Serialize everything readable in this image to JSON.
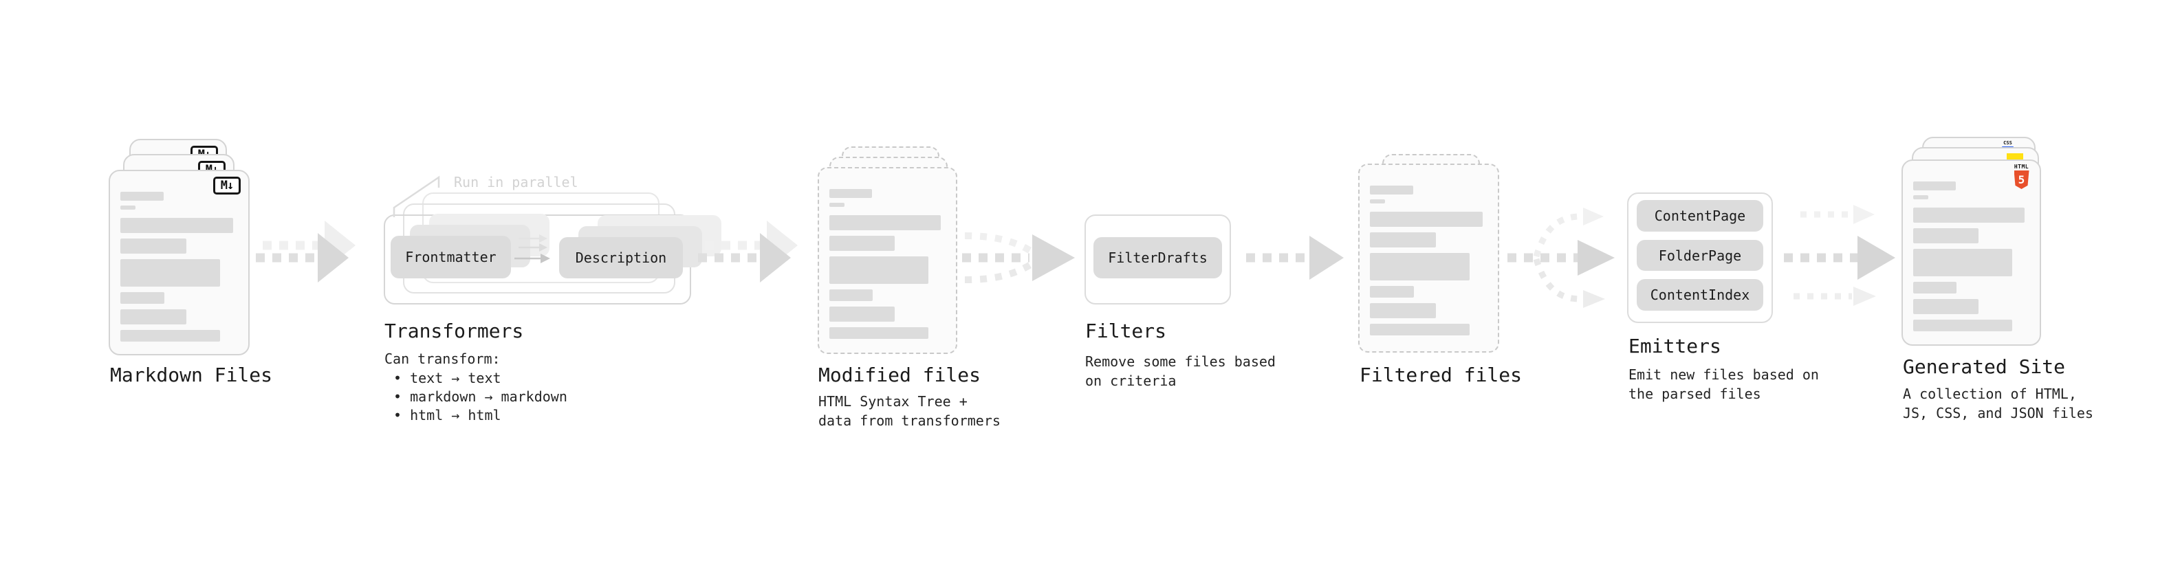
{
  "colors": {
    "accent_html5": "#e44d26",
    "accent_js": "#f7df1e",
    "accent_css": "#2962ff",
    "node_fill": "#dcdcdc",
    "arrow_gray": "#d8d8d8",
    "text": "#1d1d1d",
    "muted_note": "#d2d2d2"
  },
  "stages": {
    "markdown_files": {
      "title": "Markdown Files"
    },
    "transformers": {
      "title": "Transformers",
      "note": "Run in parallel",
      "input_node": "Frontmatter",
      "output_node": "Description",
      "body_heading": "Can transform:",
      "bullets": [
        "• text → text",
        "• markdown → markdown",
        "• html → html"
      ]
    },
    "modified_files": {
      "title": "Modified files",
      "subtitle": "HTML Syntax Tree +\ndata from transformers"
    },
    "filters": {
      "title": "Filters",
      "node": "FilterDrafts",
      "subtitle": "Remove some files based\non criteria"
    },
    "filtered_files": {
      "title": "Filtered files"
    },
    "emitters": {
      "title": "Emitters",
      "nodes": [
        "ContentPage",
        "FolderPage",
        "ContentIndex"
      ],
      "subtitle": "Emit new files based on\nthe parsed files"
    },
    "generated_site": {
      "title": "Generated Site",
      "subtitle": "A collection of HTML,\nJS, CSS, and JSON files"
    }
  },
  "icons": {
    "markdown_badge": "M↓",
    "css_label": "CSS",
    "html5_brand": "HTML",
    "html5_number": "5"
  },
  "doc_bars": [
    {
      "w": 37,
      "h": 13,
      "mt": 30
    },
    {
      "w": 13,
      "h": 6,
      "mt": 7
    },
    {
      "w": 97,
      "h": 22,
      "mt": 12
    },
    {
      "w": 57,
      "h": 22,
      "mt": 8
    },
    {
      "w": 86,
      "h": 40,
      "mt": 8
    },
    {
      "w": 38,
      "h": 17,
      "mt": 8
    },
    {
      "w": 57,
      "h": 22,
      "mt": 8
    },
    {
      "w": 86,
      "h": 17,
      "mt": 8
    }
  ]
}
